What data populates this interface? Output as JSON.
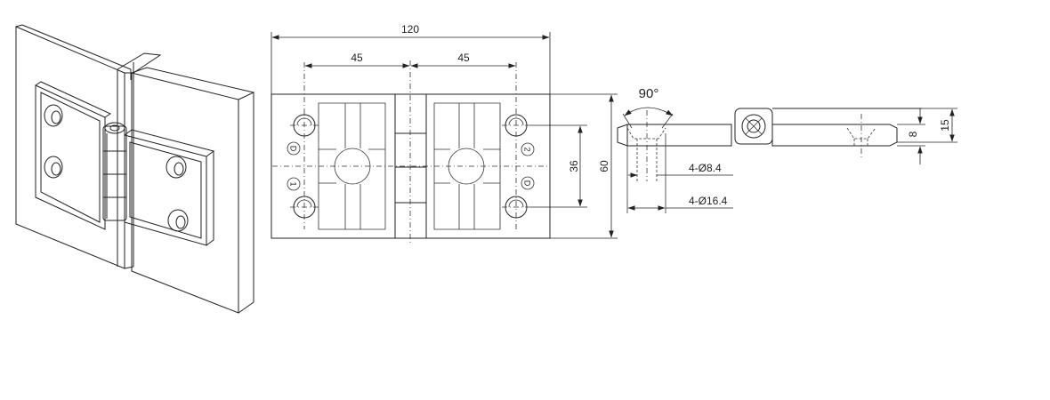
{
  "dimensions": {
    "overall_length": "120",
    "hole_spacing_left": "45",
    "hole_spacing_right": "45",
    "hole_pitch_vertical": "36",
    "overall_height": "60",
    "angle": "90°",
    "small_hole": "4-Ø8.4",
    "counterbore": "4-Ø16.4",
    "total_thickness": "15",
    "plate_thickness": "8"
  },
  "hole_marks": {
    "top_left": "D",
    "bottom_left": "1",
    "top_right": "2",
    "bottom_right": "D"
  },
  "colors": {
    "line": "#222222",
    "background": "#ffffff"
  }
}
